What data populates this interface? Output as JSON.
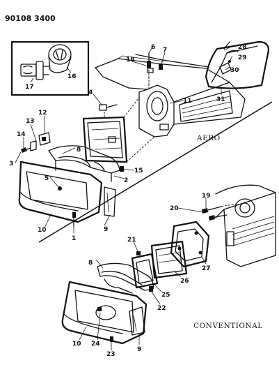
{
  "header_code": "90108 3400",
  "section_labels": {
    "aero": "AERO",
    "conventional": "CONVENTIONAL"
  },
  "callouts": {
    "c1": "1",
    "c2": "2",
    "c3": "3",
    "c4": "4",
    "c5": "5",
    "c6": "6",
    "c7": "7",
    "c8a": "8",
    "c8b": "8",
    "c9a": "9",
    "c9b": "9",
    "c10a": "10",
    "c10b": "10",
    "c11": "11",
    "c12": "12",
    "c13": "13",
    "c14": "14",
    "c15": "15",
    "c16": "16",
    "c17": "17",
    "c18": "18",
    "c19": "19",
    "c20": "20",
    "c21": "21",
    "c22": "22",
    "c23": "23",
    "c24": "24",
    "c25": "25",
    "c26": "26",
    "c27": "27",
    "c28": "28",
    "c29": "29",
    "c30": "30",
    "c31": "31"
  }
}
